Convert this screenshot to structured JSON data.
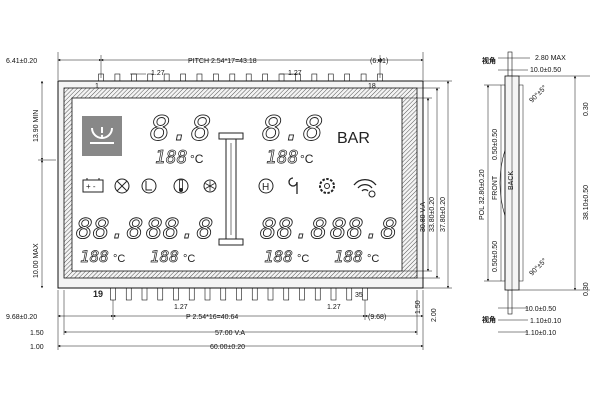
{
  "colors": {
    "ink": "#111111",
    "hatch": "#555555",
    "glass": "#dcdcdc",
    "frame_fill": "#f2f2f2"
  },
  "front": {
    "top_dims": {
      "left_offset": "6.41±0.20",
      "pitch": "PITCH 2.54*17=43.18",
      "right_offset": "(6.41)",
      "pin_gap_left": "1.27",
      "pin_gap_right": "1.27",
      "pin_first": "1",
      "pin_last": "18"
    },
    "bottom_dims": {
      "pin_first": "19",
      "pin_last": "35",
      "pin_gap_left": "1.27",
      "pin_gap_right": "1.27",
      "pitch": "P 2.54*16=40.64",
      "right_offset": "(9.68)",
      "left_offset": "9.68±0.20",
      "va_width_label": "1.50",
      "va_width": "57.00 V.A",
      "width_label": "1.00",
      "width": "60.00±0.20"
    },
    "left_dims": {
      "top_min": "13.90 MIN",
      "bottom_max": "10.00 MAX"
    },
    "right_dims": {
      "va_height": "30.80 V.A",
      "glass_height": "33.80±0.20",
      "total_height": "37.80±0.20",
      "bottom_gap": "1.50",
      "bottom_gap2": "2.00"
    },
    "display": {
      "unit_label": "BAR",
      "celsius": "°C",
      "big_digits": "8.8",
      "small_digits": "188",
      "big_digits_b": "88.8",
      "mid_digits": "188"
    },
    "icons": [
      "tire-pressure-icon",
      "battery-icon",
      "fan-off-icon",
      "level-icon",
      "thermometer-icon",
      "snowflake-icon",
      "h-circle-icon",
      "wrench-icon",
      "gear-icon",
      "wifi-icon"
    ]
  },
  "side": {
    "top_thickness": "2.80 MAX",
    "top_glass": "10.0±0.50",
    "top_label_cn": "视角",
    "gap_top": "0.30",
    "pol_front": "0.50±0.50",
    "angle_top": "90°±5°",
    "pol_height": "POL 32.80±0.20",
    "front_label": "FRONT",
    "back_label": "BACK",
    "total": "38.10±0.50",
    "pol_back": "0.50±0.50",
    "angle_bottom": "90°±5°",
    "gap_bottom": "0.30",
    "bottom_label_cn": "视角",
    "bottom_glass": "10.0±0.50",
    "bottom_pin": "1.10±0.10",
    "bottom_pin2": "1.10±0.10"
  }
}
